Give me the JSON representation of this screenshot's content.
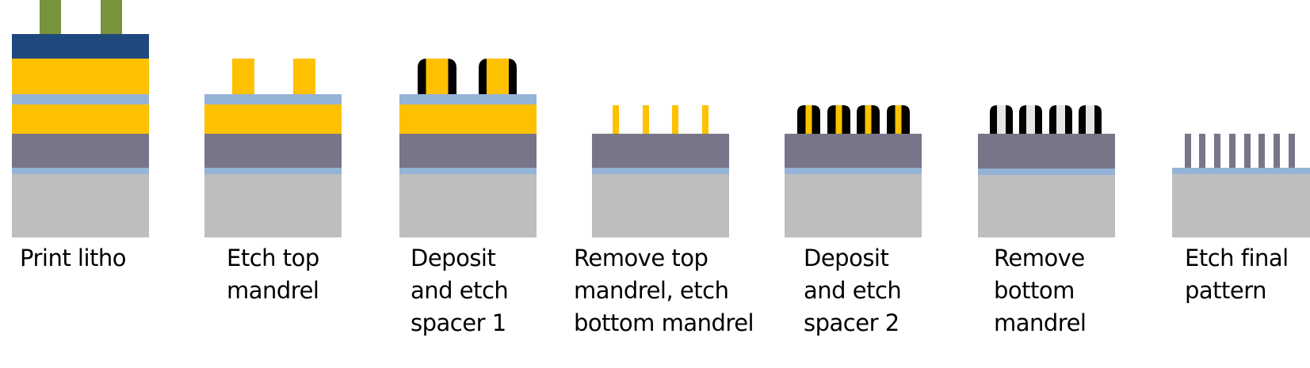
{
  "colors": {
    "resist": "#77933C",
    "hardmask": "#1F497D",
    "mandrel": "#FDC100",
    "etch_stop": "#95B3D7",
    "target": "#797588",
    "substrate": "#BEBEBE",
    "spacer": "#000000",
    "spacer2_core": "#E6E6E6"
  },
  "steps": [
    {
      "label": "Print litho"
    },
    {
      "label": "Etch top\nmandrel"
    },
    {
      "label": "Deposit\nand etch\nspacer 1"
    },
    {
      "label": "Remove top\nmandrel, etch\nbottom mandrel"
    },
    {
      "label": "Deposit\nand etch\nspacer 2"
    },
    {
      "label": "Remove\nbottom\nmandrel"
    },
    {
      "label": "Etch final\npattern"
    }
  ]
}
